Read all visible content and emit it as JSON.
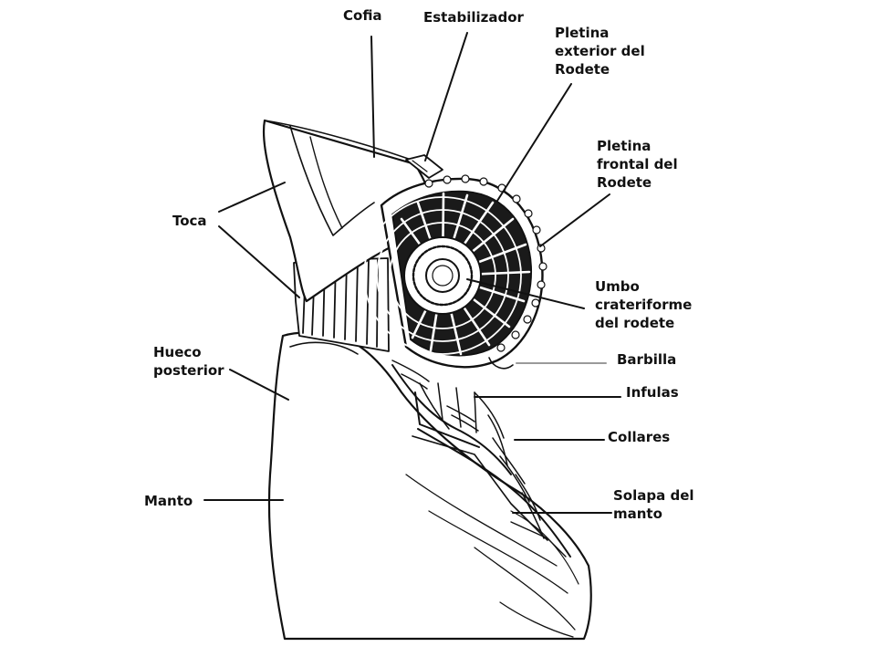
{
  "colors": {
    "ink": "#111111",
    "paper": "#ffffff",
    "connector_light": "#9a9a9a"
  },
  "labels": {
    "cofia": "Cofia",
    "estabilizador": "Estabilizador",
    "pletina_exterior": [
      "Pletina",
      "exterior del",
      "Rodete"
    ],
    "pletina_frontal": [
      "Pletina",
      "frontal del",
      "Rodete"
    ],
    "toca": "Toca",
    "umbo": [
      "Umbo",
      "crateriforme",
      "del rodete"
    ],
    "hueco_posterior": [
      "Hueco",
      "posterior"
    ],
    "barbilla": "Barbilla",
    "infulas": "Infulas",
    "collares": "Collares",
    "manto": "Manto",
    "solapa": [
      "Solapa del",
      "manto"
    ]
  }
}
